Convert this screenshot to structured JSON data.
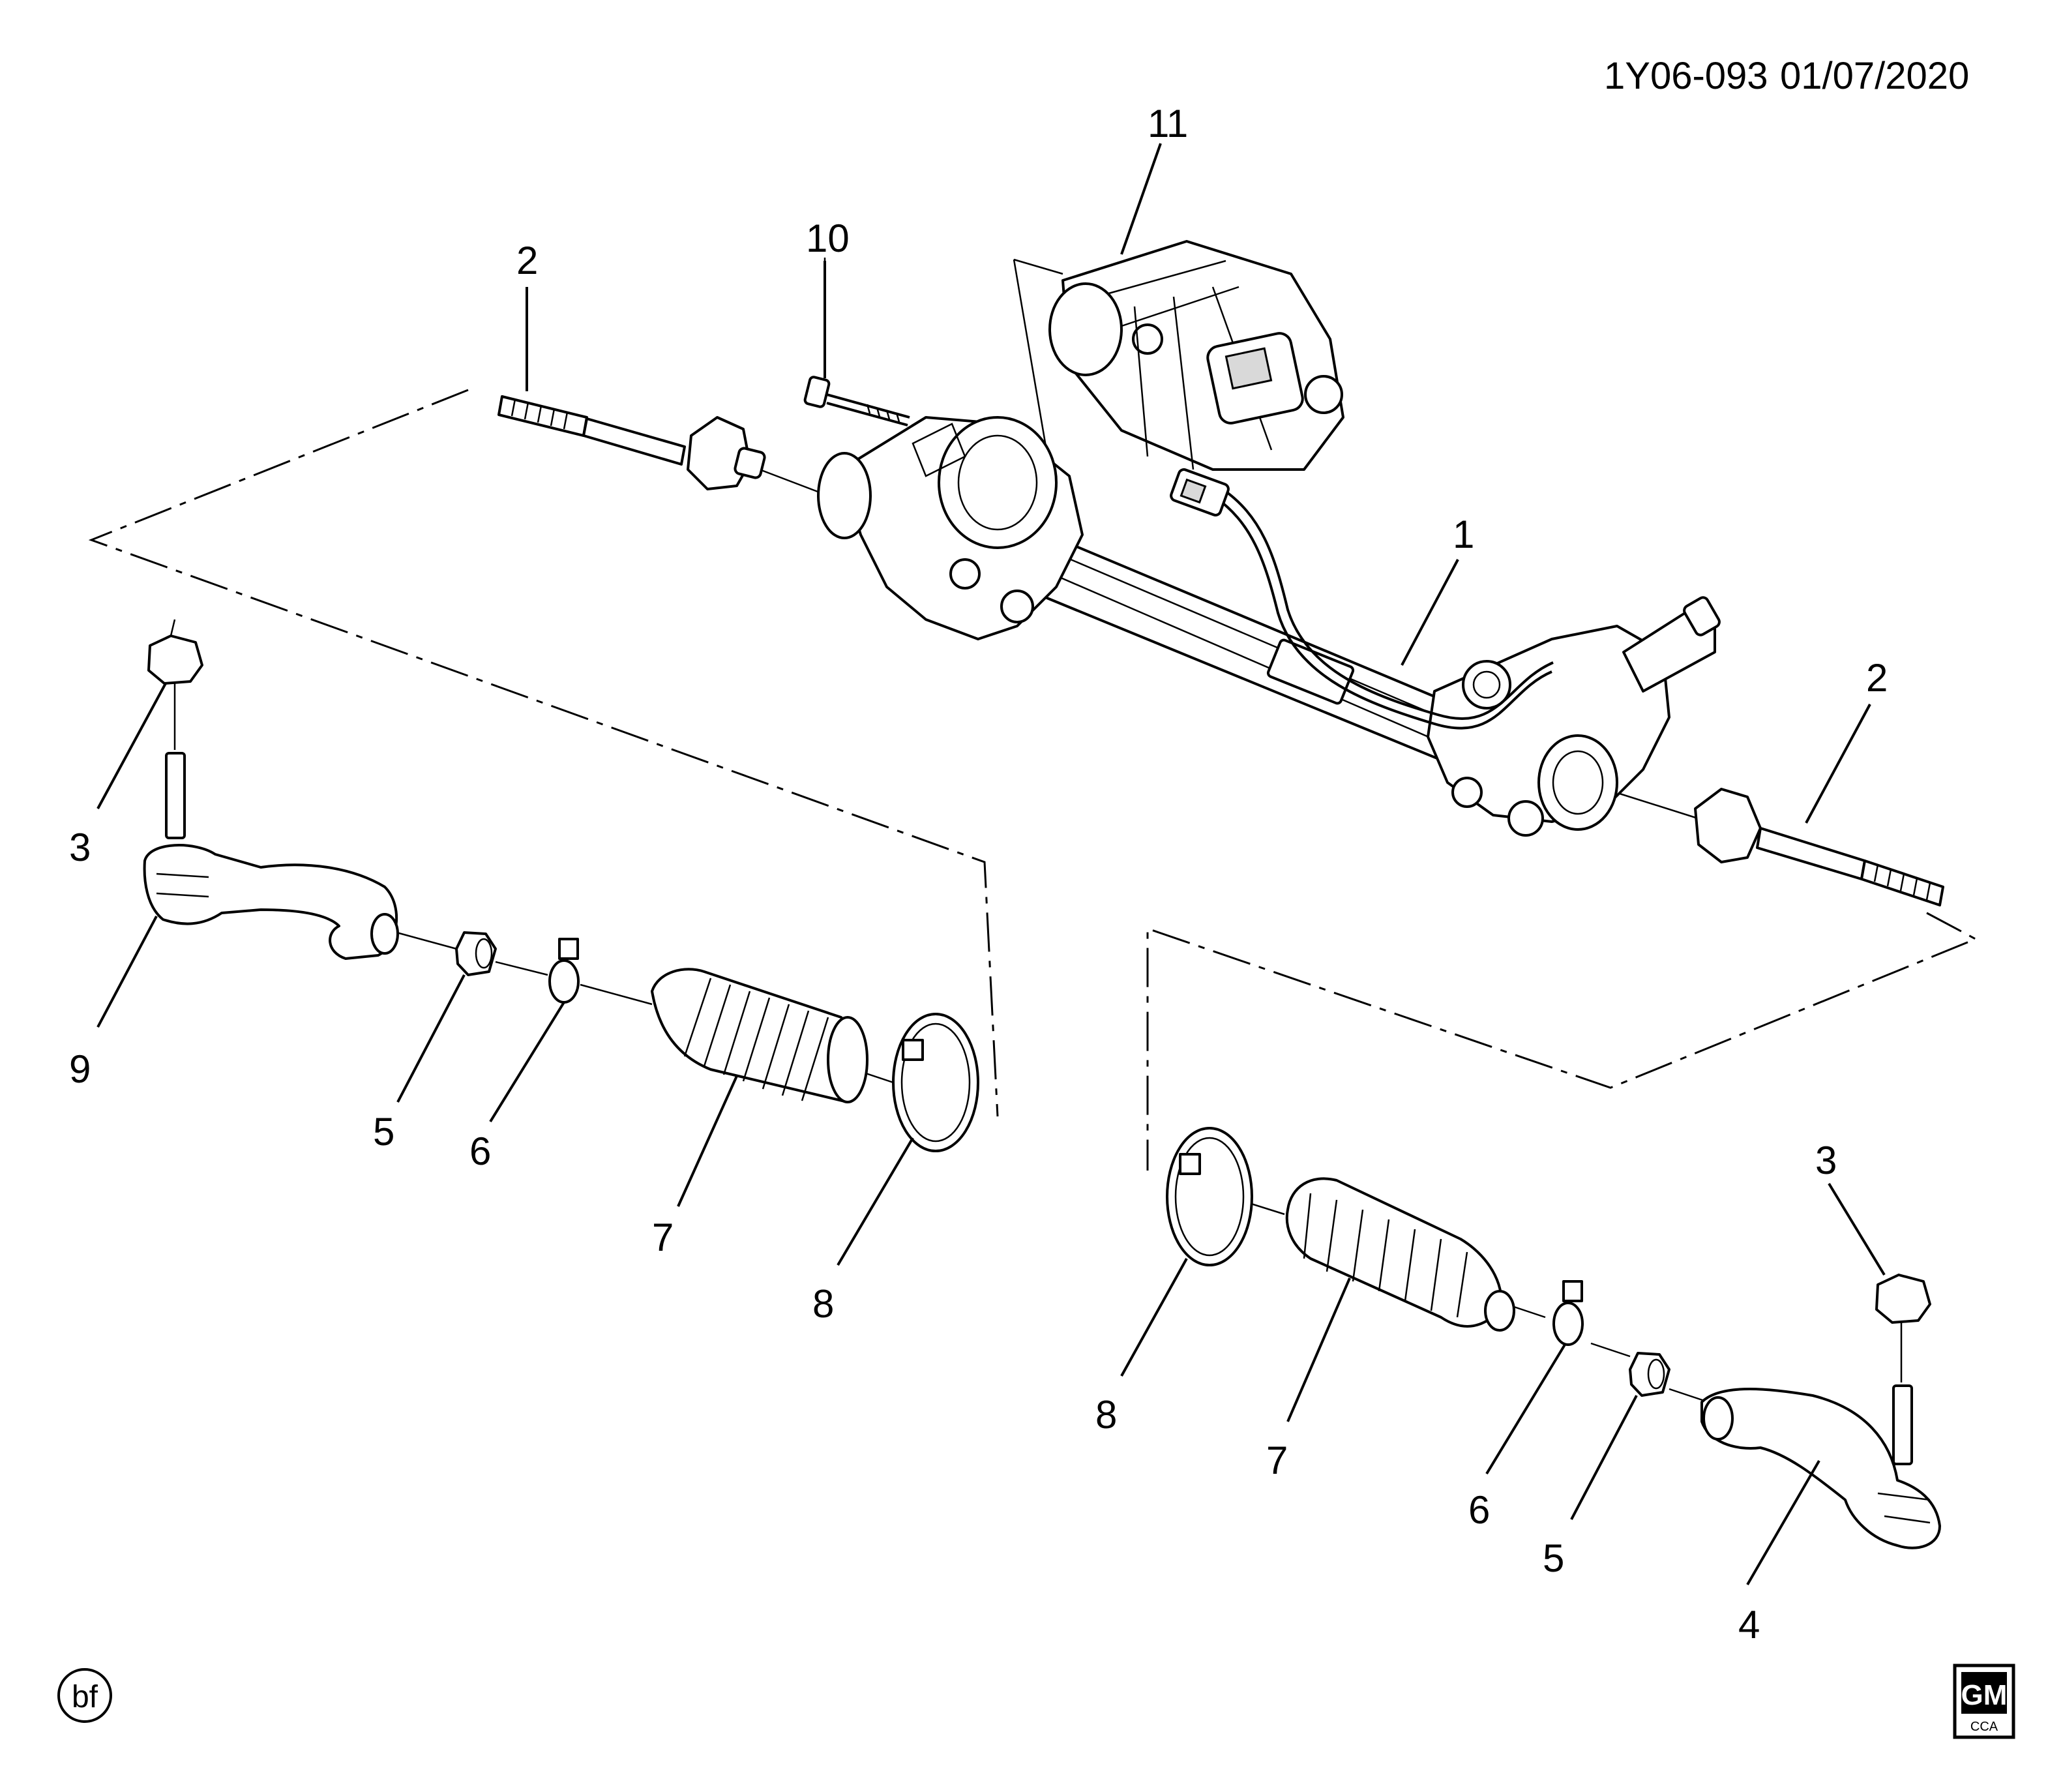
{
  "header": {
    "code": "1Y06-093",
    "date": "01/07/2020"
  },
  "footer": {
    "artist_initials": "bf",
    "logo_text": "GM",
    "logo_subtext": "CCA"
  },
  "callouts": {
    "c1": "1",
    "c2_left": "2",
    "c2_right": "2",
    "c3_left": "3",
    "c3_right": "3",
    "c4": "4",
    "c5_left": "5",
    "c5_right": "5",
    "c6_left": "6",
    "c6_right": "6",
    "c7_left": "7",
    "c7_right": "7",
    "c8_left": "8",
    "c8_right": "8",
    "c9": "9",
    "c10": "10",
    "c11": "11"
  }
}
